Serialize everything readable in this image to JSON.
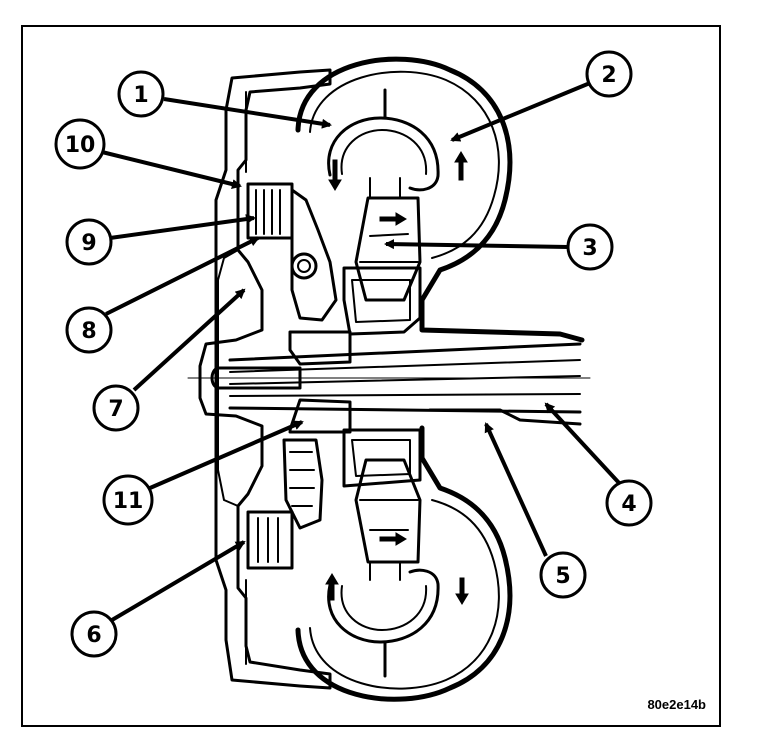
{
  "callouts": [
    {
      "id": "1",
      "label": "1"
    },
    {
      "id": "2",
      "label": "2"
    },
    {
      "id": "3",
      "label": "3"
    },
    {
      "id": "4",
      "label": "4"
    },
    {
      "id": "5",
      "label": "5"
    },
    {
      "id": "6",
      "label": "6"
    },
    {
      "id": "7",
      "label": "7"
    },
    {
      "id": "8",
      "label": "8"
    },
    {
      "id": "9",
      "label": "9"
    },
    {
      "id": "10",
      "label": "10"
    },
    {
      "id": "11",
      "label": "11"
    }
  ],
  "figure_code": "80e2e14b",
  "colors": {
    "line": "#000000",
    "background": "#ffffff",
    "frame": "#000000"
  }
}
